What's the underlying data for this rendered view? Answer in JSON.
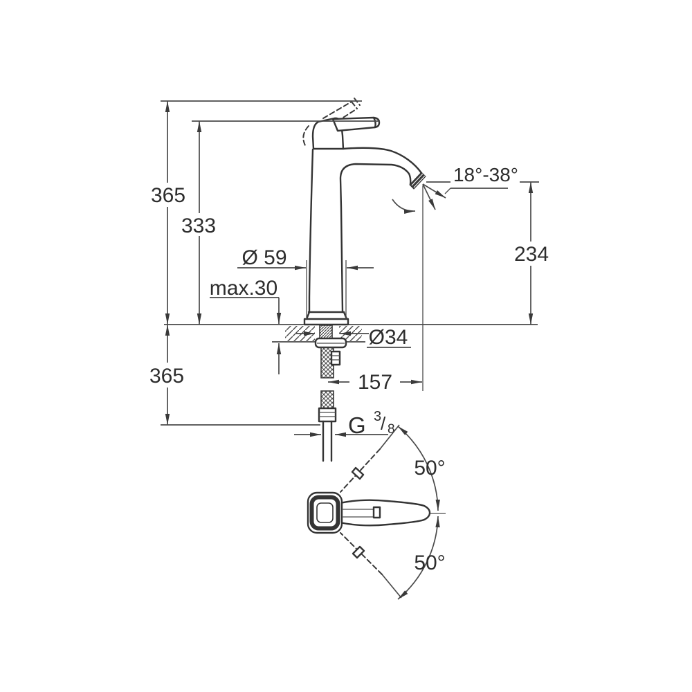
{
  "drawing": {
    "background": "#ffffff",
    "ink": "#3a3a3a",
    "units": "mm",
    "side_view": {
      "dim_total_height": "365",
      "dim_height_to_lever": "333",
      "dim_spout_height": "234",
      "dim_spout_reach": "157",
      "dim_base_diameter": "Ø 59",
      "dim_deck_thickness": "max.30",
      "dim_hole_diameter": "Ø34",
      "dim_below_deck_length": "365",
      "dim_spout_angle_range": "18°-38°",
      "thread": {
        "prefix": "G",
        "numerator": "3",
        "slash": "/",
        "denominator": "8"
      }
    },
    "top_view": {
      "dim_swing_upper": "50°",
      "dim_swing_lower": "50°"
    }
  }
}
